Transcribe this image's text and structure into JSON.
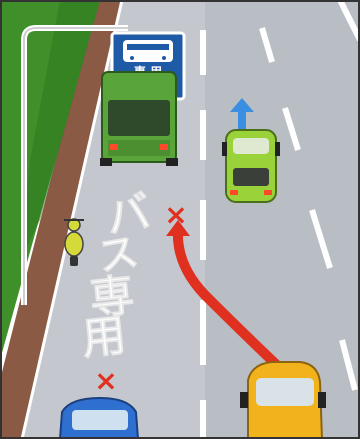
{
  "sign": {
    "text": "専 用",
    "colors": {
      "background": "#1f5aa6",
      "border": "#ffffff",
      "symbol": "#ffffff"
    },
    "icons": [
      "bus-icon",
      "arrow-down-icon"
    ]
  },
  "road_marking": {
    "characters": [
      "バ",
      "ス",
      "専",
      "用"
    ],
    "color": "#ffffff"
  },
  "markers": {
    "forbidden_symbol": "×",
    "forbidden_color": "#e03020",
    "path_arrow_color": "#e03020",
    "direction_arrow_color": "#3a8fe0"
  },
  "colors": {
    "road": "#b9bdc4",
    "sidewalk": "#8a5a45",
    "grass": "#3f8f2a",
    "bus": "#5aa53a",
    "car_ahead": "#9ad23a",
    "car_turning": "#f2b21c",
    "car_bottom": "#2f6fd0",
    "motorbike": "#d6d93a"
  }
}
